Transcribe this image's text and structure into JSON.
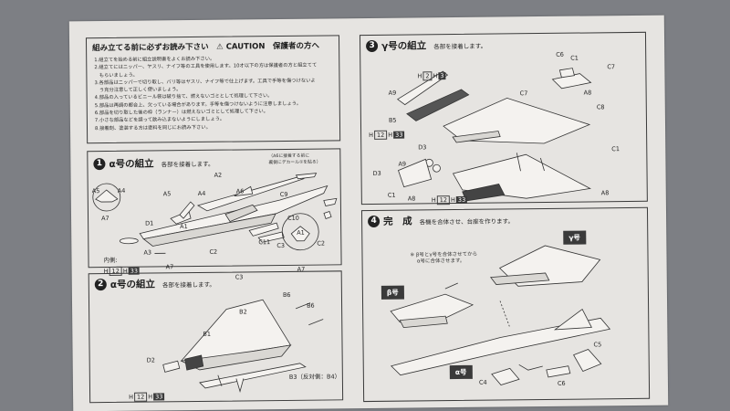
{
  "caution": {
    "title": "組み立てる前に必ずお読み下さい　⚠ CAUTION　保護者の方へ",
    "items": [
      "1.組立てを始める前に組立説明書をよくお読み下さい。",
      "2.組立てにはニッパー、ヤスリ、ナイフ等の工具を使用します。10才以下の方は保護者の方と組立てて",
      "　もらいましょう。",
      "3.各部品はニッパーで切り取し、バリ等はヤスリ、ナイフ等で仕上げます。工具で手等を傷つけないよ",
      "　う充分注意して正しく使いましょう。",
      "4.部品の入っているビニール袋は破り捨て、燃えないゴミとして処理して下さい。",
      "5.部品は再調の都合上、欠っている場合があります。手等を傷つけないように注意しましょう。",
      "6.部品を切り取した後の枠（ランナー）は燃えないゴミとして処理して下さい。",
      "7.小さな部品などを誤って飲み込まないようにしましょう。",
      "8.接着剤、塗装する方は塗料を同じにお読み下さい。"
    ]
  },
  "steps": {
    "s1": {
      "num": "1",
      "title": "α号の組立",
      "sub": "各部を接着します。"
    },
    "s2": {
      "num": "2",
      "title": "α号の組立",
      "sub": "各部を接着します。"
    },
    "s3": {
      "num": "3",
      "title": "γ号の組立",
      "sub": "各部を接着します。"
    },
    "s4": {
      "num": "4",
      "title": "完　成",
      "sub": "各機を合体させ、台座を作ります。"
    }
  },
  "step1": {
    "note": "（A6に接着する前に\n裏側にデカール①を貼る）",
    "inner_label": "内側:",
    "parts": [
      "A5",
      "A4",
      "A7",
      "A5",
      "A4",
      "A2",
      "A6",
      "C9",
      "A1",
      "D1",
      "C10",
      "A3",
      "A7",
      "C2",
      "C11",
      "C3",
      "A1",
      "C2",
      "A7",
      "C3"
    ]
  },
  "step2": {
    "parts": [
      "B6",
      "B6",
      "B2",
      "B1",
      "D2",
      "B3（反対側：B4）"
    ]
  },
  "step3": {
    "parts": [
      "C6",
      "C1",
      "C7",
      "A9",
      "A8",
      "B5",
      "C7",
      "C8",
      "D3",
      "C1",
      "A9",
      "D3",
      "C1",
      "A8",
      "A8"
    ]
  },
  "step4": {
    "note": "※ β号とγ号を合体させてから\n　 α号に合体させます。",
    "tags": {
      "gamma": "γ号",
      "beta": "β号",
      "alpha": "α号"
    },
    "parts": [
      "C5",
      "C4",
      "C6"
    ]
  },
  "h_markers": {
    "h1": "H",
    "n12": "12",
    "n33": "33",
    "n2": "2",
    "n3": "3"
  }
}
